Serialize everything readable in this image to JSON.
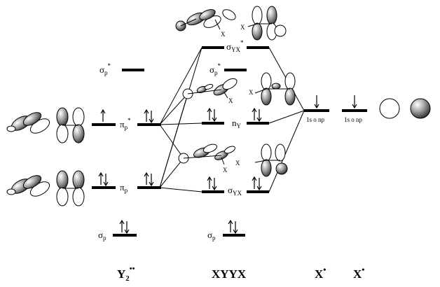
{
  "columns": {
    "y2": {
      "name": "Y",
      "sub": "2",
      "sup": "••"
    },
    "xyyx": "XYYX",
    "x1": {
      "name": "X",
      "sup": "•"
    },
    "x2": {
      "name": "X",
      "sup": "•"
    }
  },
  "levels": {
    "y2_sigma_star": {
      "base": "σ",
      "sub": "p",
      "sup": "*"
    },
    "y2_pi_star": {
      "base": "π",
      "sub": "p",
      "sup": "*"
    },
    "y2_pi": {
      "base": "π",
      "sub": "p"
    },
    "y2_sigma": {
      "base": "σ",
      "sub": "p"
    },
    "xyyx_sigma_star": {
      "base": "σ",
      "sub": "YX",
      "sup": "*"
    },
    "xyyx_sigma_p_star": {
      "base": "σ",
      "sub": "p",
      "sup": "*"
    },
    "xyyx_n": {
      "base": "n",
      "sub": "Y"
    },
    "xyyx_sigma_yx": {
      "base": "σ",
      "sub": "YX"
    },
    "xyyx_sigma_p": {
      "base": "σ",
      "sub": "p"
    },
    "x_orbital_1": "1s o np",
    "x_orbital_2": "1s o np"
  },
  "atom_labels": {
    "x_top_left": "X",
    "x_top_right": "X",
    "x_mid_right": "X",
    "x_mid_upper": "X",
    "x_lower_left": "X",
    "x_lower_right": "X"
  }
}
